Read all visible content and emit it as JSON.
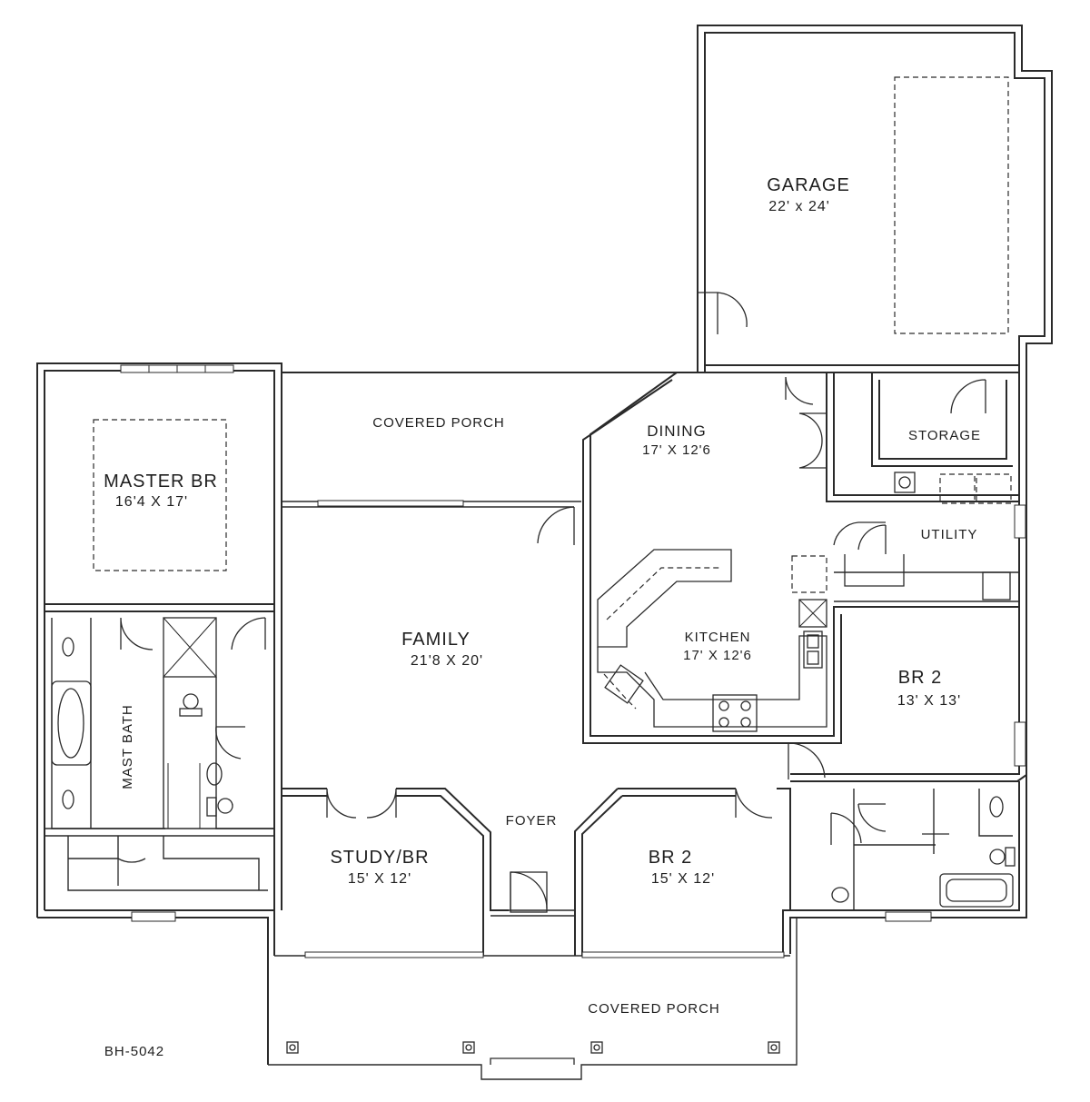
{
  "plan_id": "BH-5042",
  "rooms": {
    "garage": {
      "name": "GARAGE",
      "dims": "22' x 24'"
    },
    "covered_porch_rear": {
      "name": "COVERED PORCH"
    },
    "dining": {
      "name": "DINING",
      "dims": "17' X 12'6"
    },
    "storage": {
      "name": "STORAGE"
    },
    "utility": {
      "name": "UTILITY"
    },
    "master_br": {
      "name": "MASTER BR",
      "dims": "16'4 X 17'"
    },
    "family": {
      "name": "FAMILY",
      "dims": "21'8 X 20'"
    },
    "kitchen": {
      "name": "KITCHEN",
      "dims": "17' X 12'6"
    },
    "br2_east": {
      "name": "BR 2",
      "dims": "13' X 13'"
    },
    "mast_bath": {
      "name": "MAST BATH"
    },
    "foyer": {
      "name": "FOYER"
    },
    "study_br": {
      "name": "STUDY/BR",
      "dims": "15' X 12'"
    },
    "br2_front": {
      "name": "BR 2",
      "dims": "15' X 12'"
    },
    "covered_porch_front": {
      "name": "COVERED PORCH"
    }
  }
}
